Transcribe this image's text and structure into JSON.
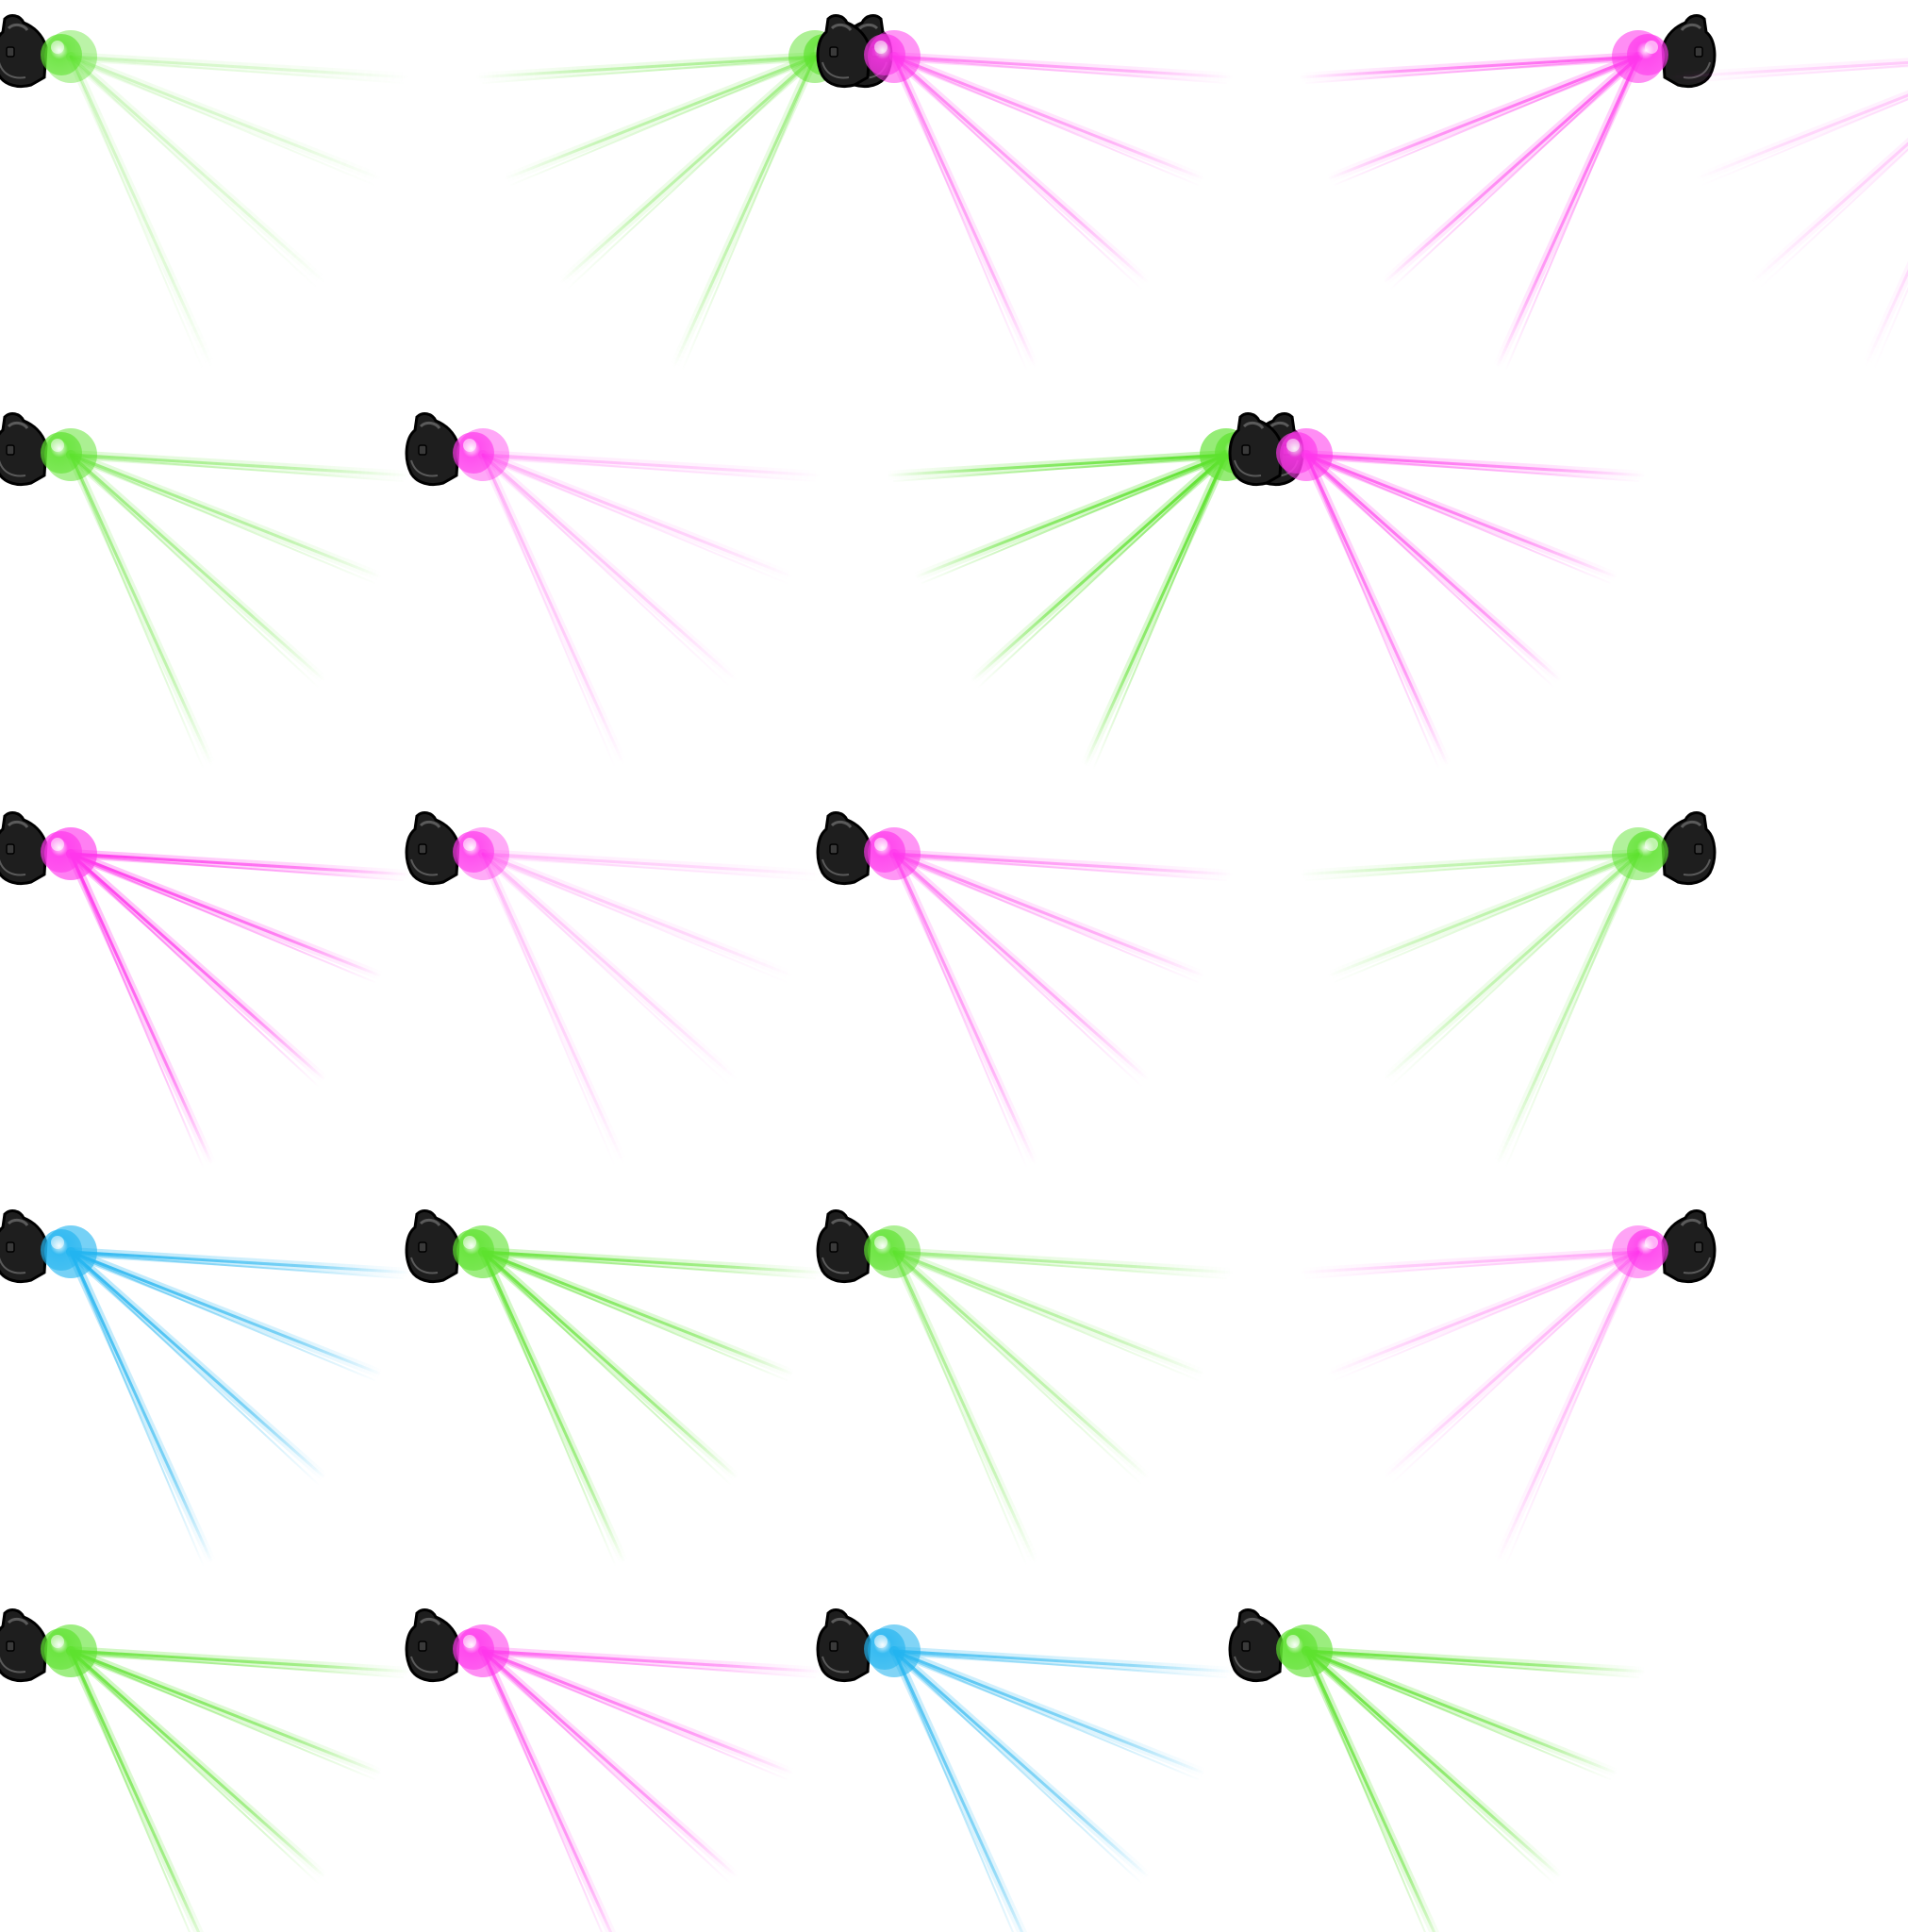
{
  "sprite_sheet": {
    "palette": {
      "green": "#5de22e",
      "magenta": "#ff36ec",
      "cyan": "#22b4f0",
      "fixture_body": "#1e1e1e",
      "fixture_outline": "#000000",
      "background": "#ffffff"
    },
    "frames": [
      {
        "row": 1,
        "col": 1,
        "color": "green",
        "facing": "right",
        "intensity": 0.25
      },
      {
        "row": 1,
        "col": 2,
        "color": "green",
        "facing": "left",
        "intensity": 0.5
      },
      {
        "row": 1,
        "col": 3,
        "color": "magenta",
        "facing": "right",
        "intensity": 0.55
      },
      {
        "row": 1,
        "col": 4,
        "color": "magenta",
        "facing": "left",
        "intensity": 0.75
      },
      {
        "row": 1,
        "col": 5,
        "color": "magenta",
        "facing": "left",
        "intensity": 0.25
      },
      {
        "row": 2,
        "col": 1,
        "color": "green",
        "facing": "right",
        "intensity": 0.55
      },
      {
        "row": 2,
        "col": 2,
        "color": "magenta",
        "facing": "right",
        "intensity": 0.3
      },
      {
        "row": 2,
        "col": 3,
        "color": "green",
        "facing": "left",
        "intensity": 1.0
      },
      {
        "row": 2,
        "col": 4,
        "color": "magenta",
        "facing": "right",
        "intensity": 0.75
      },
      {
        "row": 3,
        "col": 1,
        "color": "magenta",
        "facing": "right",
        "intensity": 0.95
      },
      {
        "row": 3,
        "col": 2,
        "color": "magenta",
        "facing": "right",
        "intensity": 0.25
      },
      {
        "row": 3,
        "col": 3,
        "color": "magenta",
        "facing": "right",
        "intensity": 0.55
      },
      {
        "row": 3,
        "col": 4,
        "color": "green",
        "facing": "left",
        "intensity": 0.45
      },
      {
        "row": 4,
        "col": 1,
        "color": "cyan",
        "facing": "right",
        "intensity": 0.9
      },
      {
        "row": 4,
        "col": 2,
        "color": "green",
        "facing": "right",
        "intensity": 0.85
      },
      {
        "row": 4,
        "col": 3,
        "color": "green",
        "facing": "right",
        "intensity": 0.5
      },
      {
        "row": 4,
        "col": 4,
        "color": "magenta",
        "facing": "left",
        "intensity": 0.35
      },
      {
        "row": 5,
        "col": 1,
        "color": "green",
        "facing": "right",
        "intensity": 0.85
      },
      {
        "row": 5,
        "col": 2,
        "color": "magenta",
        "facing": "right",
        "intensity": 0.7
      },
      {
        "row": 5,
        "col": 3,
        "color": "cyan",
        "facing": "right",
        "intensity": 0.75
      },
      {
        "row": 5,
        "col": 4,
        "color": "green",
        "facing": "right",
        "intensity": 0.9
      }
    ]
  }
}
